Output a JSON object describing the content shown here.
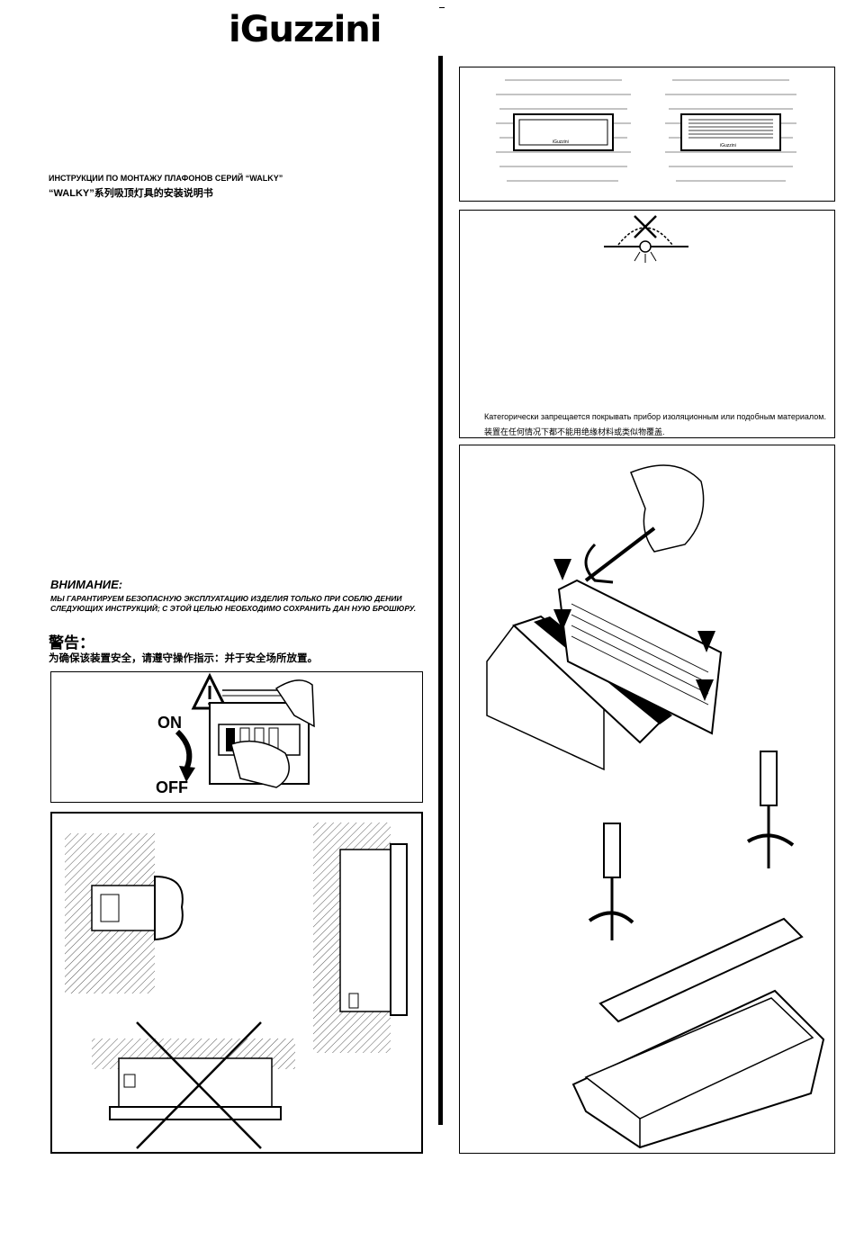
{
  "brand": {
    "name": "iGuzzini"
  },
  "header": {
    "title_ru": "ИНСТРУКЦИИ ПО МОНТАЖУ ПЛАФОНОВ СЕРИЙ “WALKY”",
    "title_cn": "“WALKY”系列吸顶灯具的安装说明书"
  },
  "warning": {
    "ru_heading": "ВНИМАНИЕ:",
    "ru_text": "МЫ ГАРАНТИРУЕМ БЕЗОПАСНУЮ ЭКСПЛУАТАЦИЮ ИЗДЕЛИЯ ТОЛЬКО ПРИ СОБЛЮ ДЕНИИ СЛЕДУЮЩИХ ИНСТРУКЦИЙ; С ЭТОЙ ЦЕЛЬЮ НЕОБХОДИМО СОХРАНИТЬ ДАН НУЮ БРОШЮРУ.",
    "cn_heading": "警告：",
    "cn_text": "为确保该装置安全，请遵守操作指示：并于安全场所放置。"
  },
  "switch_panel": {
    "on_label": "ON",
    "off_label": "OFF"
  },
  "product_panel": {
    "label_left": "iGuzzini",
    "label_right": "iGuzzini"
  },
  "notice": {
    "ru": "Категорически запрещается покрывать прибор изоляционным или подобным материалом.",
    "cn": "装置在任何情况下都不能用绝缘材料或类似物覆盖."
  }
}
